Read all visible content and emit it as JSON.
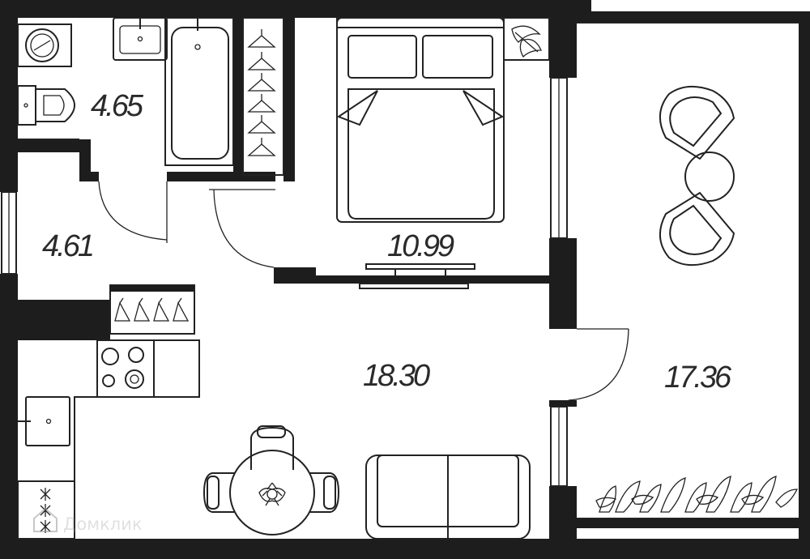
{
  "rooms": {
    "bathroom_area": "4.65",
    "hallway_area": "4.61",
    "bedroom_area": "10.99",
    "living_area": "18.30",
    "balcony_area": "17.36"
  },
  "watermark": "Домклик",
  "colors": {
    "wall": "#1d1d1d",
    "line": "#222222",
    "background": "#ffffff",
    "watermark": "#9a9a9a"
  },
  "icons": [
    "washing-machine-icon",
    "sink-icon",
    "bathtub-icon",
    "toilet-icon",
    "wardrobe-icon",
    "double-bed-icon",
    "plant-icon",
    "tv-icon",
    "armchair-icon",
    "coffee-table-icon",
    "stove-icon",
    "kitchen-sink-icon",
    "dining-table-icon",
    "chair-icon",
    "sofa-icon",
    "window-icon",
    "door-swing-icon"
  ]
}
